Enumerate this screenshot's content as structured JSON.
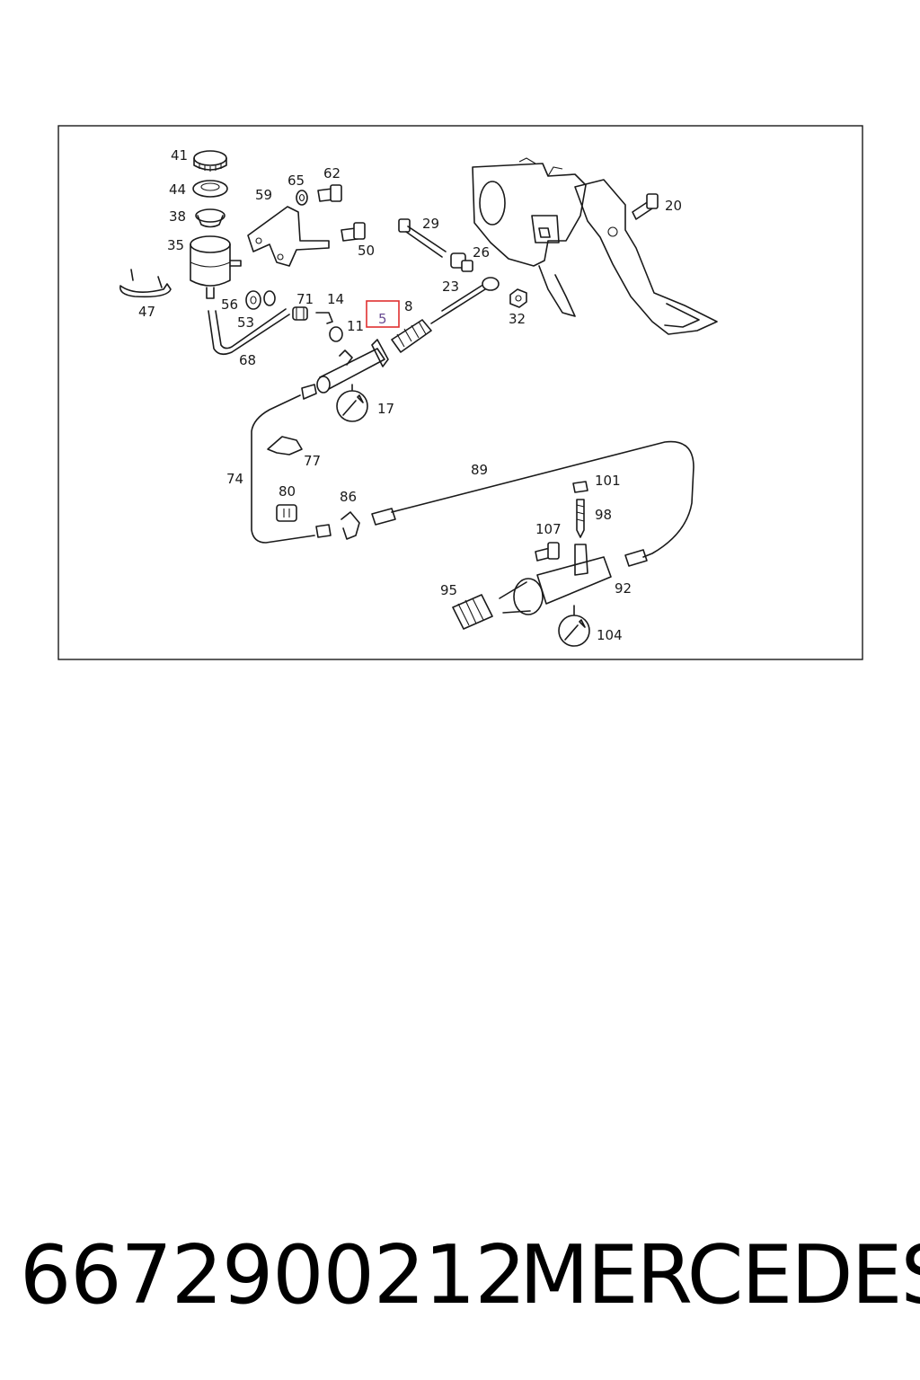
{
  "diagram": {
    "callouts": [
      "41",
      "44",
      "38",
      "35",
      "47",
      "59",
      "65",
      "62",
      "50",
      "56",
      "53",
      "71",
      "14",
      "11",
      "5",
      "8",
      "68",
      "29",
      "26",
      "23",
      "32",
      "20",
      "17",
      "74",
      "77",
      "80",
      "86",
      "89",
      "101",
      "98",
      "107",
      "95",
      "92",
      "104"
    ],
    "highlighted_callout": "5",
    "highlight_color": "#e03030",
    "highlight_text_color": "#6a4c93"
  },
  "footer": {
    "part_number": "6672900212",
    "brand": "MERCEDES"
  }
}
